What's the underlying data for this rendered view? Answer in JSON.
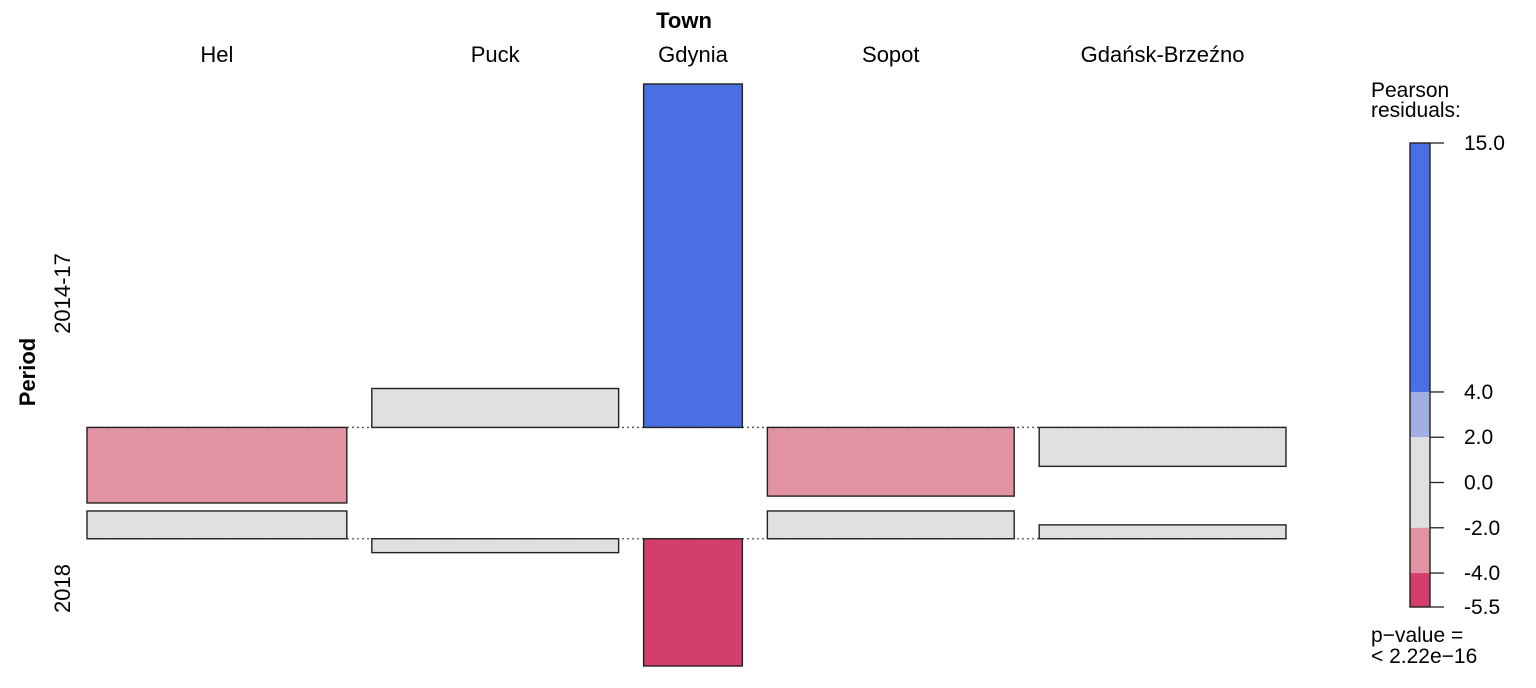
{
  "chart_data": {
    "type": "association",
    "column_variable": "Town",
    "row_variable": "Period",
    "columns": [
      "Hel",
      "Puck",
      "Gdynia",
      "Sopot",
      "Gdańsk-Brzeźno"
    ],
    "rows": [
      "2014-17",
      "2018"
    ],
    "column_widths": [
      1.0,
      0.95,
      0.38,
      0.95,
      0.95
    ],
    "row_height_ratio": [
      100,
      37
    ],
    "residuals": [
      {
        "period": "2014-17",
        "values": [
          -3.3,
          1.7,
          15.0,
          -3.0,
          -1.7
        ]
      },
      {
        "period": "2018",
        "values": [
          1.2,
          -0.6,
          -5.5,
          1.2,
          0.6
        ]
      }
    ],
    "legend": {
      "title": "Pearson\nresiduals:",
      "ticks": [
        "15.0",
        "4.0",
        "2.0",
        "0.0",
        "-2.0",
        "-4.0",
        "-5.5"
      ],
      "tick_values": [
        15.0,
        4.0,
        2.0,
        0.0,
        -2.0,
        -4.0,
        -5.5
      ],
      "range": [
        -5.5,
        15.0
      ],
      "bands": [
        {
          "from": 4.0,
          "to": 15.0,
          "color": "#4a6fe3"
        },
        {
          "from": 2.0,
          "to": 4.0,
          "color": "#a1aee2"
        },
        {
          "from": -2.0,
          "to": 2.0,
          "color": "#e0e0e0"
        },
        {
          "from": -4.0,
          "to": -2.0,
          "color": "#e293a3"
        },
        {
          "from": -5.5,
          "to": -4.0,
          "color": "#d33f6a"
        }
      ],
      "pvalue": "p−value =\n< 2.22e−16"
    }
  }
}
